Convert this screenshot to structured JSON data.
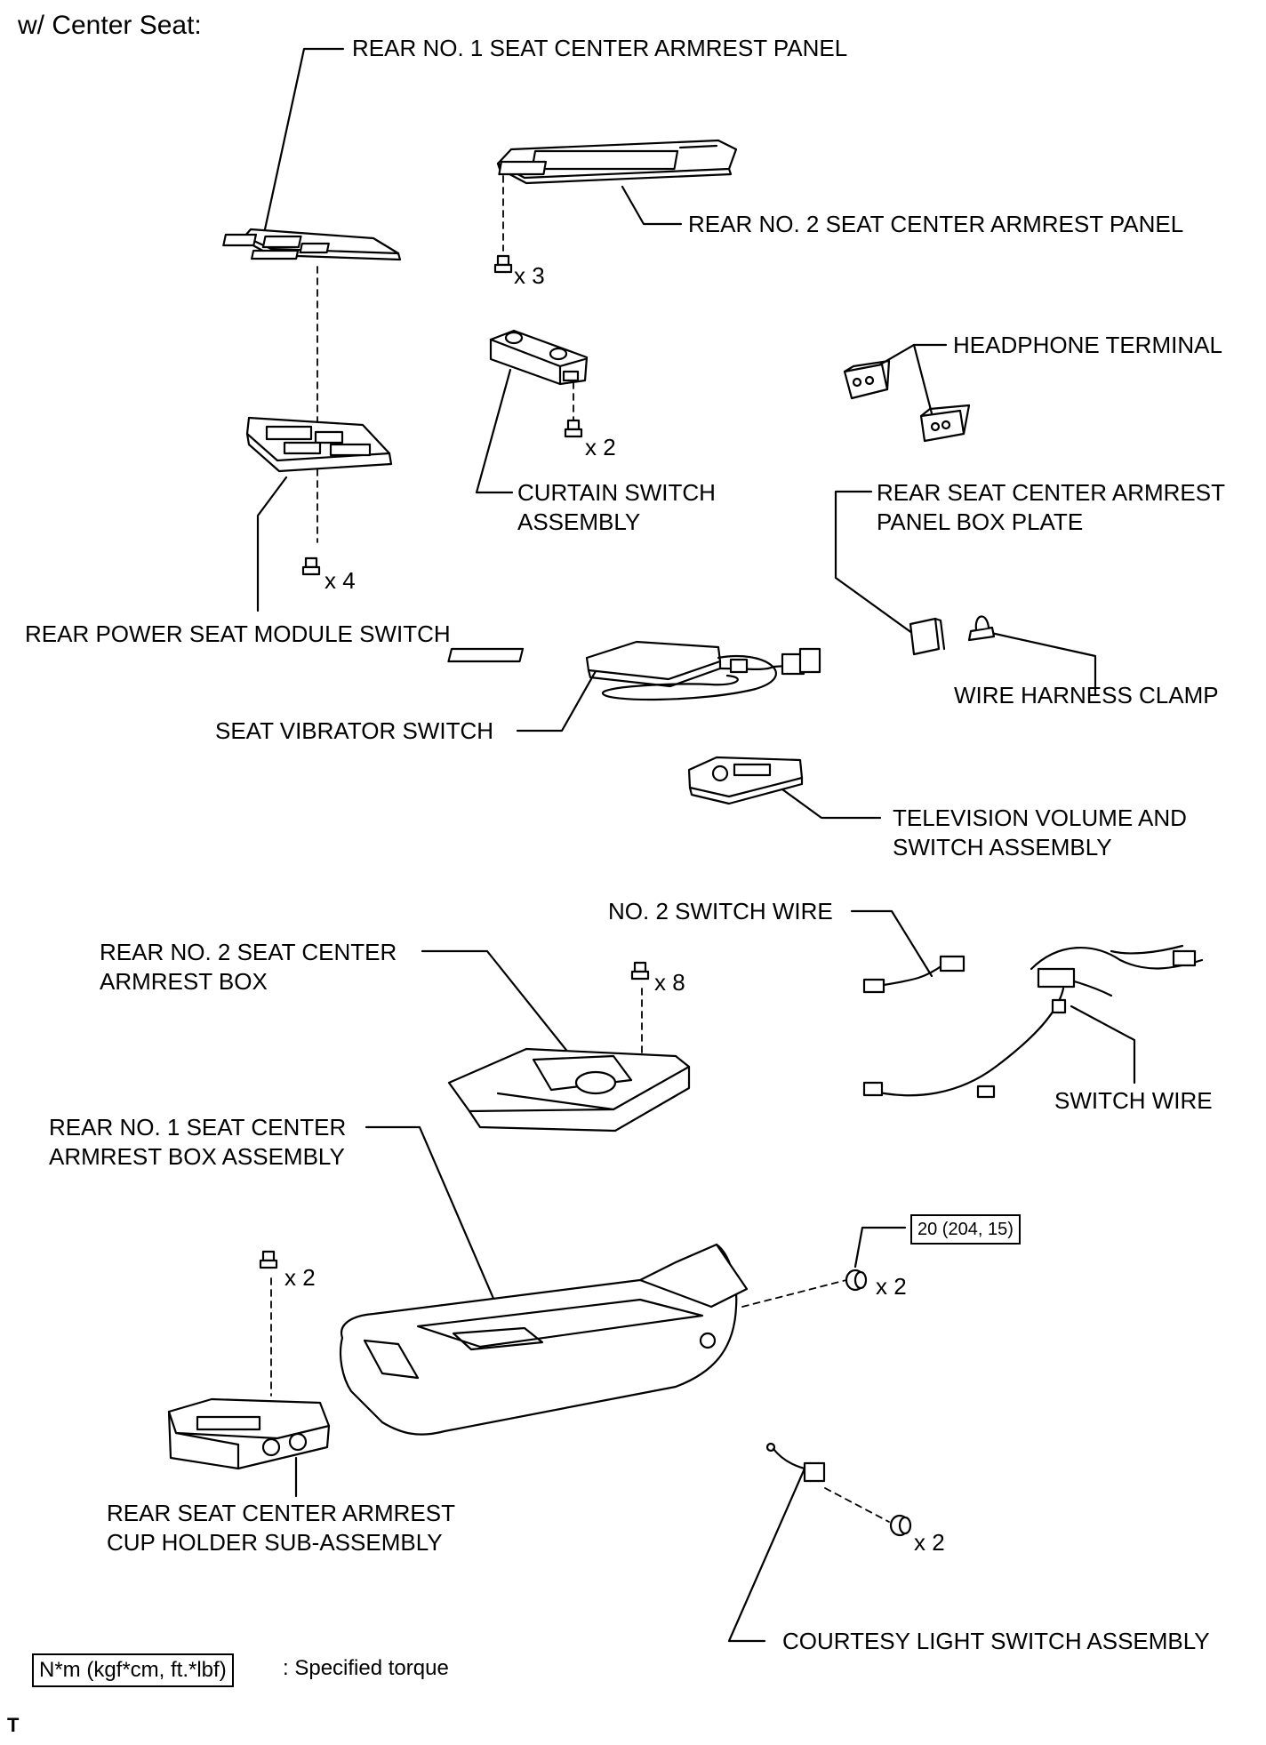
{
  "title": "w/ Center Seat:",
  "labels": {
    "rear_no1_panel": "REAR NO. 1 SEAT CENTER ARMREST PANEL",
    "rear_no2_panel": "REAR NO. 2 SEAT CENTER ARMREST PANEL",
    "headphone_terminal": "HEADPHONE TERMINAL",
    "curtain_switch": "CURTAIN SWITCH\nASSEMBLY",
    "panel_box_plate": "REAR SEAT CENTER ARMREST\nPANEL BOX PLATE",
    "power_seat_module": "REAR POWER SEAT MODULE SWITCH",
    "wire_harness_clamp": "WIRE HARNESS CLAMP",
    "seat_vibrator_switch": "SEAT VIBRATOR SWITCH",
    "tv_volume_switch": "TELEVISION VOLUME AND\nSWITCH ASSEMBLY",
    "no2_switch_wire": "NO. 2 SWITCH WIRE",
    "rear_no2_box": "REAR NO. 2 SEAT CENTER\nARMREST BOX",
    "switch_wire": "SWITCH WIRE",
    "rear_no1_box_assy": "REAR NO. 1 SEAT CENTER\nARMREST BOX ASSEMBLY",
    "cup_holder": "REAR SEAT CENTER ARMREST\nCUP HOLDER SUB-ASSEMBLY",
    "courtesy_light": "COURTESY LIGHT SWITCH ASSEMBLY"
  },
  "quantities": {
    "panel2_screws": "x 3",
    "curtain_screws": "x 2",
    "module_screws": "x 4",
    "box2_screws": "x 8",
    "box1_bolts": "x 2",
    "cupholder_screws": "x 2",
    "courtesy_screws": "x 2"
  },
  "torque": "20 (204, 15)",
  "legend": {
    "units": "N*m (kgf*cm, ft.*lbf)",
    "text": ": Specified torque"
  },
  "corner_mark": "T"
}
